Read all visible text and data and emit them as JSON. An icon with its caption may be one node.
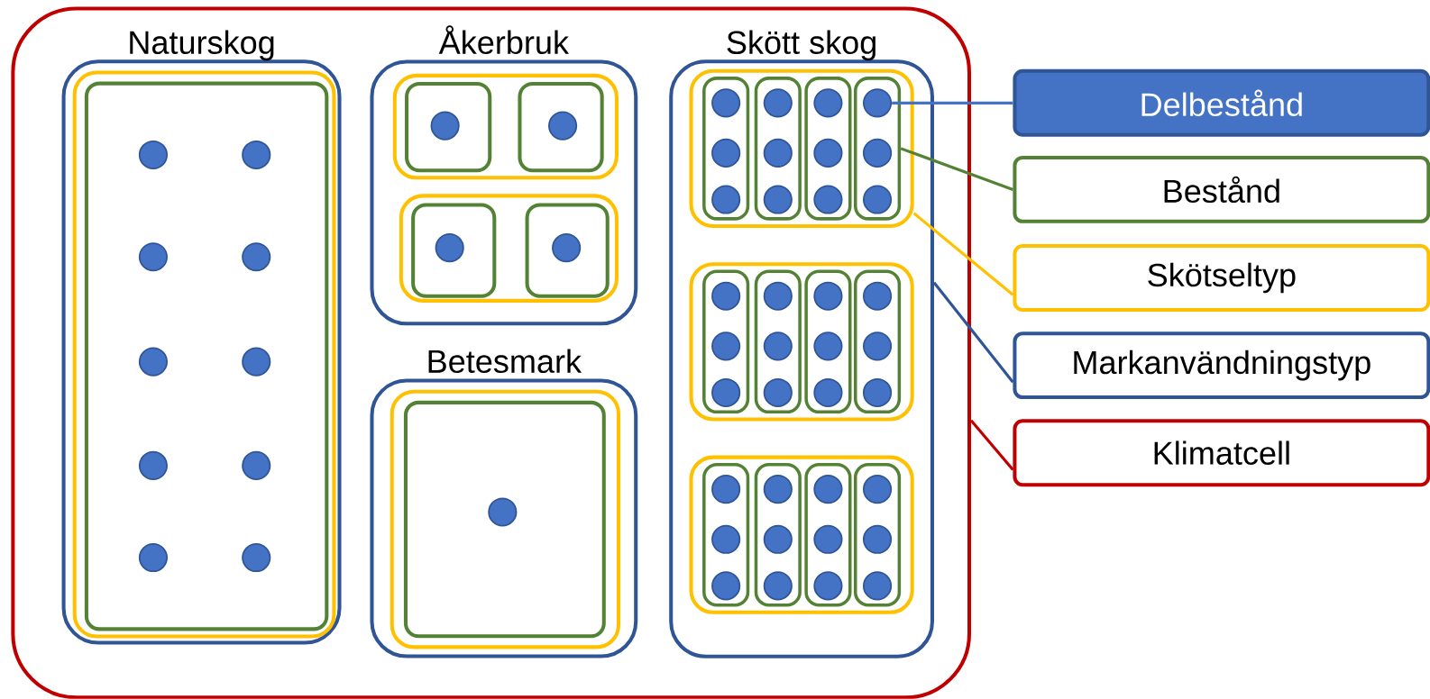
{
  "diagram": {
    "nodes": [
      {
        "text": [],
        "shape": "box"
      },
      {
        "text": [
          "Naturskog"
        ],
        "in": 0
      },
      {
        "text": [],
        "shape": "box",
        "in": 1
      },
      {
        "text": [],
        "shape": "box",
        "in": 2
      },
      {
        "text": [],
        "shape": "circle",
        "in": 3
      },
      {
        "text": [],
        "shape": "circle",
        "in": 3
      },
      {
        "text": [],
        "shape": "circle",
        "in": 3
      },
      {
        "text": [],
        "shape": "circle",
        "in": 3
      },
      {
        "text": [],
        "shape": "circle",
        "in": 3
      },
      {
        "text": [],
        "shape": "circle",
        "in": 3
      },
      {
        "text": [],
        "shape": "circle",
        "in": 3
      },
      {
        "text": [],
        "shape": "circle",
        "in": 3
      },
      {
        "text": [],
        "shape": "circle",
        "in": 3
      },
      {
        "text": [],
        "shape": "circle",
        "in": 3
      },
      {
        "text": [
          "Åkerbruk"
        ],
        "in": 0
      },
      {
        "text": [],
        "shape": "box",
        "in": 14
      },
      {
        "text": [],
        "shape": "box",
        "in": 15
      },
      {
        "text": [],
        "shape": "circle",
        "in": 16
      },
      {
        "text": [],
        "shape": "box",
        "in": 15
      },
      {
        "text": [],
        "shape": "circle",
        "in": 18
      },
      {
        "text": [],
        "shape": "box",
        "in": 14
      },
      {
        "text": [],
        "shape": "box",
        "in": 20
      },
      {
        "text": [],
        "shape": "circle",
        "in": 21
      },
      {
        "text": [],
        "shape": "box",
        "in": 20
      },
      {
        "text": [],
        "shape": "circle",
        "in": 23
      },
      {
        "text": [
          "Betesmark"
        ],
        "in": 0
      },
      {
        "text": [],
        "shape": "box",
        "in": 25
      },
      {
        "text": [],
        "shape": "box",
        "in": 26
      },
      {
        "text": [],
        "shape": "circle",
        "in": 27
      },
      {
        "text": [
          "Skött skog"
        ],
        "in": 0
      },
      {
        "text": [],
        "shape": "box",
        "in": 29
      },
      {
        "text": [],
        "shape": "box",
        "in": 30
      },
      {
        "text": [],
        "shape": "circle",
        "in": 31
      },
      {
        "text": [],
        "shape": "circle",
        "in": 31
      },
      {
        "text": [],
        "shape": "circle",
        "in": 31
      },
      {
        "text": [],
        "shape": "box",
        "in": 30
      },
      {
        "text": [],
        "shape": "circle",
        "in": 35
      },
      {
        "text": [],
        "shape": "circle",
        "in": 35
      },
      {
        "text": [],
        "shape": "circle",
        "in": 35
      },
      {
        "text": [],
        "shape": "box",
        "in": 30
      },
      {
        "text": [],
        "shape": "circle",
        "in": 39
      },
      {
        "text": [],
        "shape": "circle",
        "in": 39
      },
      {
        "text": [],
        "shape": "circle",
        "in": 39
      },
      {
        "text": [],
        "shape": "box",
        "in": 30
      },
      {
        "text": [],
        "shape": "circle",
        "in": 43
      },
      {
        "text": [],
        "shape": "circle",
        "in": 43
      },
      {
        "text": [],
        "shape": "circle",
        "in": 43
      },
      {
        "text": [],
        "shape": "box",
        "in": 29
      },
      {
        "text": [],
        "shape": "box",
        "in": 47
      },
      {
        "text": [],
        "shape": "circle",
        "in": 48
      },
      {
        "text": [],
        "shape": "circle",
        "in": 48
      },
      {
        "text": [],
        "shape": "circle",
        "in": 48
      },
      {
        "text": [],
        "shape": "box",
        "in": 47
      },
      {
        "text": [],
        "shape": "circle",
        "in": 52
      },
      {
        "text": [],
        "shape": "circle",
        "in": 52
      },
      {
        "text": [],
        "shape": "circle",
        "in": 52
      },
      {
        "text": [],
        "shape": "box",
        "in": 47
      },
      {
        "text": [],
        "shape": "circle",
        "in": 56
      },
      {
        "text": [],
        "shape": "circle",
        "in": 56
      },
      {
        "text": [],
        "shape": "circle",
        "in": 56
      },
      {
        "text": [],
        "shape": "box",
        "in": 47
      },
      {
        "text": [],
        "shape": "circle",
        "in": 60
      },
      {
        "text": [],
        "shape": "circle",
        "in": 60
      },
      {
        "text": [],
        "shape": "circle",
        "in": 60
      },
      {
        "text": [],
        "shape": "box",
        "in": 29
      },
      {
        "text": [],
        "shape": "box",
        "in": 64
      },
      {
        "text": [],
        "shape": "circle",
        "in": 65
      },
      {
        "text": [],
        "shape": "circle",
        "in": 65
      },
      {
        "text": [],
        "shape": "circle",
        "in": 65
      },
      {
        "text": [],
        "shape": "box",
        "in": 64
      },
      {
        "text": [],
        "shape": "circle",
        "in": 69
      },
      {
        "text": [],
        "shape": "circle",
        "in": 69
      },
      {
        "text": [],
        "shape": "circle",
        "in": 69
      },
      {
        "text": [],
        "shape": "box",
        "in": 64
      },
      {
        "text": [],
        "shape": "circle",
        "in": 73
      },
      {
        "text": [],
        "shape": "circle",
        "in": 73
      },
      {
        "text": [],
        "shape": "circle",
        "in": 73
      },
      {
        "text": [],
        "shape": "box",
        "in": 64
      },
      {
        "text": [],
        "shape": "circle",
        "in": 77
      },
      {
        "text": [],
        "shape": "circle",
        "in": 77
      },
      {
        "text": [],
        "shape": "circle",
        "in": 77
      },
      {
        "text": [
          "Delbestånd"
        ]
      },
      {
        "text": [
          "Bestånd"
        ]
      },
      {
        "text": [
          "Skötseltyp"
        ]
      },
      {
        "text": [
          "Markanvändningstyp"
        ]
      },
      {
        "text": [
          "Klimatcell"
        ]
      }
    ],
    "edges": [
      {
        "from": 81,
        "to": 44,
        "arrow": "none",
        "color": "#4472c4"
      },
      {
        "from": 82,
        "to": 43,
        "arrow": "none",
        "color": "#548235"
      },
      {
        "from": 83,
        "to": 30,
        "arrow": "none",
        "color": "#ffc000"
      },
      {
        "from": 84,
        "to": 29,
        "arrow": "none",
        "color": "#2f5597"
      },
      {
        "from": 85,
        "to": 0,
        "arrow": "none",
        "color": "#c00000"
      }
    ]
  }
}
